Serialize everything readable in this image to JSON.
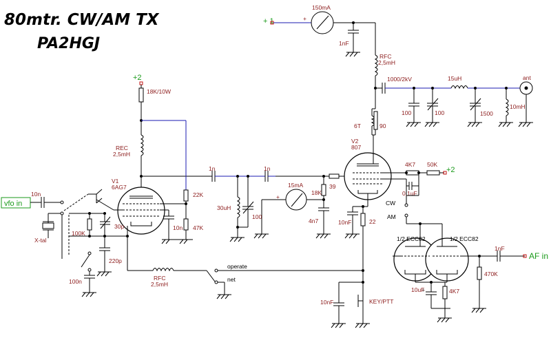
{
  "title": "80mtr. CW/AM TX",
  "subtitle": "PA2HGJ",
  "supply": {
    "plus1": "+ 1",
    "plus2_top": "+2",
    "plus2_right": "+2"
  },
  "io": {
    "vfo_in": "vfo in",
    "ant": "ant",
    "af_in": "AF in"
  },
  "tubes": {
    "v1_name": "V1",
    "v1_type": "6AG7",
    "v2_name": "V2",
    "v2_type": "807",
    "ecc_left": "1/2 ECC82",
    "ecc_right": "1/2 ECC82"
  },
  "meters": {
    "m1": "150mA",
    "m2": "15mA"
  },
  "components": {
    "c_1nf_top": "1nF",
    "rfc_top": "RFC",
    "rfc_top_val": "2,5mH",
    "c_1000": "1000/2kV",
    "l_15uh": "15uH",
    "c_100a": "100",
    "c_100b": "100",
    "c_1500": "1500",
    "l_10mh": "10mH",
    "l_6t": "6T",
    "r_90": "90",
    "r_18k10w": "18K/10W",
    "rfc_mid": "REC",
    "rfc_mid_val": "2,5mH",
    "c_1n_a": "1n",
    "c_1n_b": "1n",
    "r_22k": "22K",
    "r_47k": "47K",
    "c_10n_v1": "10n",
    "c_30p": "30p",
    "r_100k": "100K",
    "c_220p": "220p",
    "xtal": "X-tal",
    "c_100n": "100n",
    "c_10n_in": "10n",
    "l_30uh": "30uH",
    "c_100c": "100",
    "r_18k": "18K",
    "r_39": "39",
    "c_4n7": "4n7",
    "c_10nf_v2": "10nF",
    "r_22": "22",
    "r_4k7": "4K7",
    "r_50k": "50K",
    "c_01uf": "0,1uF",
    "sw_cw": "CW",
    "sw_am": "AM",
    "rfc_bot": "RFC",
    "rfc_bot_val": "2,5mH",
    "sw_operate": "operate",
    "sw_net": "net",
    "c_10nf_key": "10nF",
    "key": "KEY/PTT",
    "c_1nf_af": "1nF",
    "r_470k": "470K",
    "c_10uf": "10uF",
    "r_4k7_cat": "4K7"
  }
}
